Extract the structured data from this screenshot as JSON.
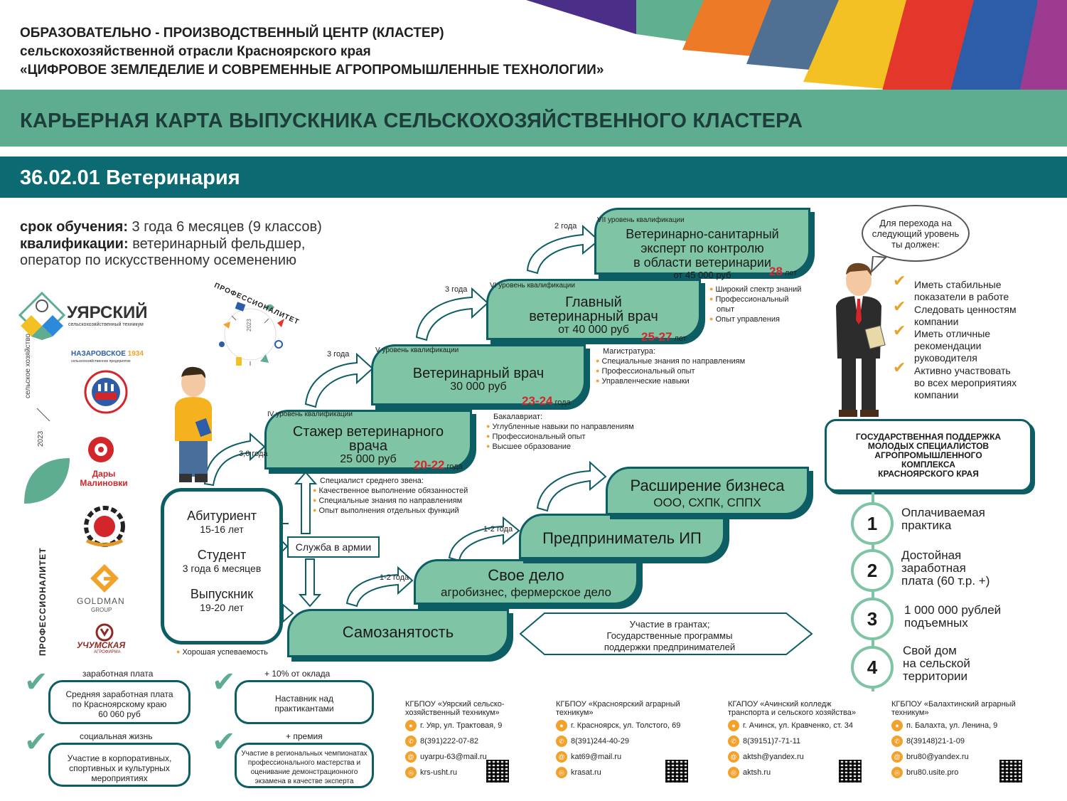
{
  "header": {
    "line1": "ОБРАЗОВАТЕЛЬНО - ПРОИЗВОДСТВЕННЫЙ ЦЕНТР (КЛАСТЕР)",
    "line2": "сельскохозяйственной отрасли Красноярского края",
    "line3": "«ЦИФРОВОЕ ЗЕМЛЕДЕЛИЕ И СОВРЕМЕННЫЕ АГРОПРОМЫШЛЕННЫЕ ТЕХНОЛОГИИ»",
    "stripe_colors": [
      "#4a2e88",
      "#5fb08f",
      "#ec7a27",
      "#4f6f93",
      "#f4c125",
      "#e2372a",
      "#2d5da8",
      "#9c3b8f"
    ]
  },
  "title": "КАРЬЕРНАЯ КАРТА ВЫПУСКНИКА СЕЛЬСКОХОЗЯЙСТВЕННОГО КЛАСТЕРА",
  "specialty": "36.02.01 Ветеринария",
  "info": {
    "term_label": "срок обучения:",
    "term_value": " 3 года 6 месяцев (9 классов)",
    "qual_label": "квалификации:",
    "qual_value": " ветеринарный фельдшер,",
    "qual_value2": "оператор по искусственному осеменению"
  },
  "partners": {
    "uyar_name": "УЯРСКИЙ",
    "uyar_sub": "сельскохозяйственный техникум",
    "agri": "сельское хозяйство",
    "year": "2023",
    "nazarovo": "НАЗАРОВСКОЕ",
    "nazarovo_year": "1934",
    "nazarovo_sub": "сельскохозяйственное предприятие",
    "dary": "Дары Малиновки",
    "goldman": "GOLDMAN",
    "goldman_sub": "GROUP",
    "uchum": "УЧУМСКАЯ",
    "uchum_sub": "АГРОФИРМА",
    "prof": "ПРОФЕССИОНАЛИТЕТ",
    "prof_year": "2023"
  },
  "student": {
    "s1": "Абитуриент",
    "s1_age": "15-16 лет",
    "s2": "Студент",
    "s2_age": "3 года 6 месяцев",
    "s3": "Выпускник",
    "s3_age": "19-20 лет",
    "note": "Хорошая успеваемость"
  },
  "army": "Служба в армии",
  "durations": {
    "d1": "3,6 года",
    "d2": "3 года",
    "d3": "3 года",
    "d4": "2 года",
    "b1": "1-2 года",
    "b2": "1-2 года"
  },
  "levels": {
    "l4": {
      "level": "IV уровень квалификации",
      "title1": "Стажер ветеринарного",
      "title2": "врача",
      "salary": "25 000 руб",
      "age": "20-22",
      "age_unit": " года"
    },
    "l5": {
      "level": "V уровень квалификации",
      "title": "Ветеринарный врач",
      "salary": "30 000 руб",
      "age": "23-24",
      "age_unit": " года"
    },
    "l6": {
      "level": "VI уровень квалификации",
      "title1": "Главный",
      "title2": "ветеринарный врач",
      "salary": "от 40 000 руб",
      "age": "25-27",
      "age_unit": " лет"
    },
    "l7": {
      "level": "VII уровень квалификации",
      "title1": "Ветеринарно-санитарный",
      "title2": "эксперт по контролю",
      "title3": "в области ветеринарии",
      "salary": "от 45 000 руб",
      "age": "28",
      "age_unit": " лет"
    }
  },
  "notes": {
    "ssz_title": "Специалист среднего звена:",
    "ssz": [
      "Качественное выполнение обязанностей",
      "Специальные знания по направлениям",
      "Опыт выполнения отдельных функций"
    ],
    "bac_title": "Бакалавриат:",
    "bac": [
      "Углубленные навыки по направлениям",
      "Профессиональный опыт",
      "Высшее образование"
    ],
    "mag_title": "Магистратура:",
    "mag": [
      "Специальные знания по направлениям",
      "Профессиональный опыт",
      "Управленческие навыки"
    ],
    "top": [
      "Широкий спектр знаний",
      "Профессиональный",
      "опыт",
      "Опыт управления"
    ]
  },
  "business": {
    "self": "Самозанятость",
    "own1": "Свое дело",
    "own2": "агробизнес, фермерское дело",
    "ip": "Предприниматель ИП",
    "exp1": "Расширение бизнеса",
    "exp2": "ООО, СХПК, СППХ",
    "grants1": "Участие в грантах;",
    "grants2": "Государственные программы",
    "grants3": "поддержки предпринимателей"
  },
  "advice": {
    "bubble1": "Для перехода на",
    "bubble2": "следующий уровень",
    "bubble3": "ты должен:",
    "r1a": "Иметь стабильные",
    "r1b": "показатели в работе",
    "r2a": "Следовать ценностям",
    "r2b": "компании",
    "r3a": "Иметь отличные",
    "r3b": "рекомендации",
    "r3c": "руководителя",
    "r4a": "Активно участвовать",
    "r4b": "во всех мероприятиях",
    "r4c": "компании"
  },
  "support": {
    "t1": "ГОСУДАРСТВЕННАЯ ПОДДЕРЖКА",
    "t2": "МОЛОДЫХ СПЕЦИАЛИСТОВ",
    "t3": "АГРОПРОМЫШЛЕННОГО",
    "t4": "КОМПЛЕКСА",
    "t5": "КРАСНОЯРСКОГО КРАЯ",
    "n1": "1",
    "a1": "Оплачиваемая",
    "b1": "практика",
    "n2": "2",
    "a2": "Достойная",
    "b2": "заработная",
    "c2": "плата (60 т.р. +)",
    "n3": "3",
    "a3": "1 000 000 рублей",
    "b3": "подъемных",
    "n4": "4",
    "a4": "Свой дом",
    "b4": "на сельской",
    "c4": "территории"
  },
  "benefits": {
    "cap1": "заработная плата",
    "box1a": "Средняя заработная плата",
    "box1b": "по Красноярскому краю",
    "box1c": "60 060 руб",
    "cap2": "+ 10% от оклада",
    "box2a": "Наставник над",
    "box2b": "практикантами",
    "cap3": "социальная жизнь",
    "box3a": "Участие в корпоративных,",
    "box3b": "спортивных и культурных",
    "box3c": "мероприятиях",
    "cap4": "+ премия",
    "box4a": "Участие в региональных чемпионатах",
    "box4b": "профессионального мастерства и",
    "box4c": "оценивание демонстрационного",
    "box4d": "экзамена в качестве эксперта"
  },
  "contacts": [
    {
      "name1": "КГБПОУ «Уярский сельско-",
      "name2": "хозяйственный техникум»",
      "addr": "г. Уяр, ул. Трактовая, 9",
      "phone": "8(391)222-07-82",
      "email": "uyarpu-63@mail.ru",
      "site": "krs-usht.ru"
    },
    {
      "name1": "КГБПОУ «Красноярский аграрный",
      "name2": "техникум»",
      "addr": "г. Красноярск, ул. Толстого, 69",
      "phone": "8(391)244-40-29",
      "email": "kat69@mail.ru",
      "site": "krasat.ru"
    },
    {
      "name1": "КГАПОУ «Ачинский колледж",
      "name2": "транспорта и сельского хозяйства»",
      "addr": "г. Ачинск, ул. Кравченко, ст. 34",
      "phone": "8(39151)7-71-11",
      "email": "aktsh@yandex.ru",
      "site": "aktsh.ru"
    },
    {
      "name1": "КГБПОУ «Балахтинский аграрный",
      "name2": "техникум»",
      "addr": "п. Балахта, ул. Ленина, 9",
      "phone": "8(39148)21-1-09",
      "email": "bru80@yandex.ru",
      "site": "bru80.usite.pro"
    }
  ]
}
